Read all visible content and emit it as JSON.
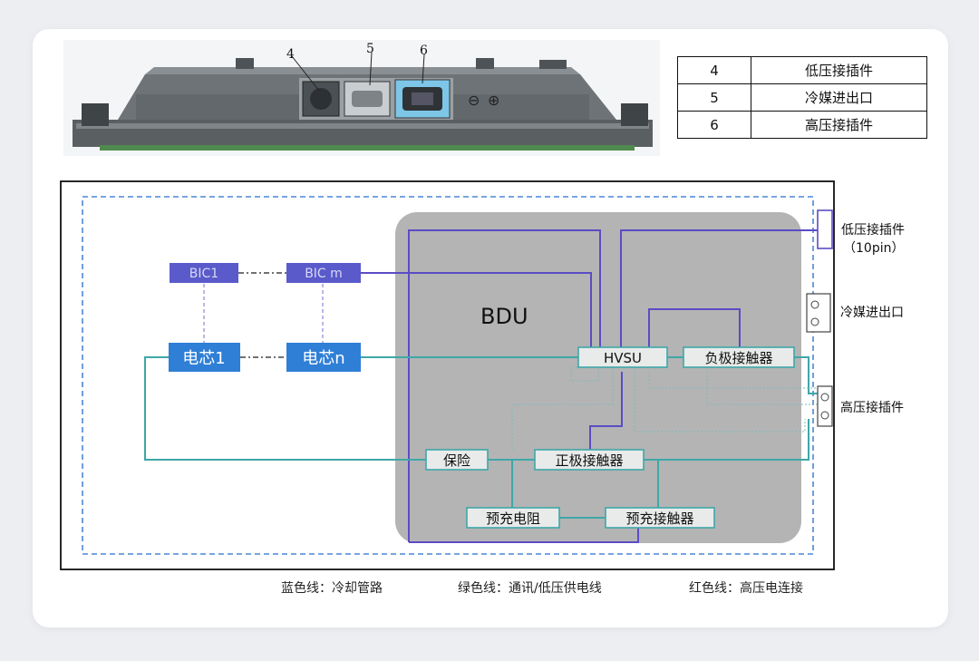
{
  "connector_table": {
    "rows": [
      {
        "num": "4",
        "label": "低压接插件"
      },
      {
        "num": "5",
        "label": "冷媒进出口"
      },
      {
        "num": "6",
        "label": "高压接插件"
      }
    ]
  },
  "photo": {
    "callouts": [
      "4",
      "5",
      "6"
    ],
    "polarity_minus": "⊖",
    "polarity_plus": "⊕"
  },
  "diagram": {
    "bdu_title": "BDU",
    "bic1": "BIC1",
    "bicm": "BIC m",
    "cell1": "电芯1",
    "celln": "电芯n",
    "hvsu": "HVSU",
    "neg_contactor": "负极接触器",
    "pos_contactor": "正极接触器",
    "fuse": "保险",
    "precharge_resistor": "预充电阻",
    "precharge_contactor": "预充接触器",
    "ext_lv_connector": "低压接插件",
    "ext_lv_pins": "（10pin）",
    "ext_coolant": "冷媒进出口",
    "ext_hv_connector": "高压接插件"
  },
  "colors": {
    "blue_cooling": "#4a87d6",
    "green_comm": "#3fa7a7",
    "red_hv": "#5b4cc4",
    "bdu_bg": "#b4b4b4",
    "cell_box": "#2f7fd6",
    "bic_box": "#5a5acb"
  },
  "captions": {
    "blue": "蓝色线：冷却管路",
    "green": "绿色线：通讯/低压供电线",
    "red": "红色线：高压电连接"
  }
}
